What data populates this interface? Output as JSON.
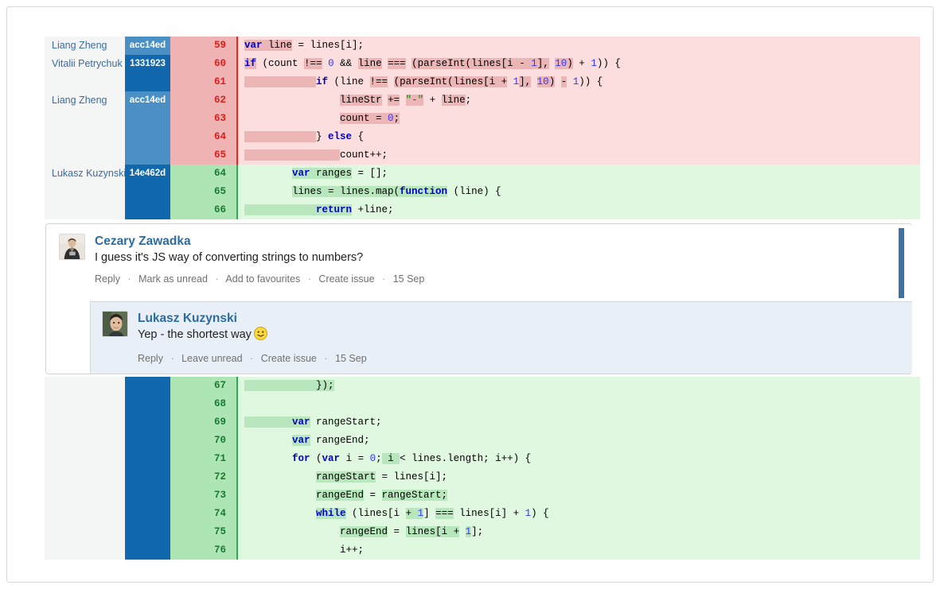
{
  "diff_top": {
    "rows": [
      {
        "author": "Liang Zheng",
        "hash": "acc14ed",
        "hash_style": "light",
        "lineno": "59",
        "type": "del"
      },
      {
        "author": "Vitalii Petrychuk",
        "hash": "1331923",
        "hash_style": "dark",
        "lineno": "60",
        "type": "del"
      },
      {
        "author": "",
        "hash": "",
        "hash_style": "dark",
        "lineno": "61",
        "type": "del"
      },
      {
        "author": "Liang Zheng",
        "hash": "acc14ed",
        "hash_style": "light",
        "lineno": "62",
        "type": "del"
      },
      {
        "author": "",
        "hash": "",
        "hash_style": "light",
        "lineno": "63",
        "type": "del"
      },
      {
        "author": "",
        "hash": "",
        "hash_style": "light",
        "lineno": "64",
        "type": "del"
      },
      {
        "author": "",
        "hash": "",
        "hash_style": "light",
        "lineno": "65",
        "type": "del"
      },
      {
        "author": "Lukasz Kuzynski",
        "hash": "14e462d",
        "hash_style": "dark",
        "lineno": "64",
        "type": "add"
      },
      {
        "author": "",
        "hash": "",
        "hash_style": "dark",
        "lineno": "65",
        "type": "add"
      },
      {
        "author": "",
        "hash": "",
        "hash_style": "dark",
        "lineno": "66",
        "type": "add"
      }
    ],
    "code": [
      "var line = lines[i];",
      "if (count !== 0 && line === (parseInt(lines[i - 1], 10) + 1)) {",
      "    if (line !== (parseInt(lines[i + 1], 10) - 1)) {",
      "        lineStr += \"-\" + line;",
      "        count = 0;",
      "    } else {",
      "        count++;",
      "var ranges = [];",
      "lines = lines.map(function (line) {",
      "    return +line;"
    ]
  },
  "comments": {
    "first": {
      "author": "Cezary Zawadka",
      "text": "I guess it's JS way of converting strings to numbers?",
      "actions": [
        "Reply",
        "Mark as unread",
        "Add to favourites",
        "Create issue"
      ],
      "date": "15 Sep",
      "avatar_name": "avatar-cezary-zawadka",
      "unread": true
    },
    "reply": {
      "author": "Lukasz Kuzynski",
      "text": "Yep - the shortest way",
      "emoji": "🙂",
      "actions": [
        "Reply",
        "Leave unread",
        "Create issue"
      ],
      "date": "15 Sep",
      "avatar_name": "avatar-lukasz-kuzynski"
    }
  },
  "diff_bottom": {
    "rows": [
      {
        "author": "",
        "hash": "",
        "lineno": "67",
        "type": "add"
      },
      {
        "author": "",
        "hash": "",
        "lineno": "68",
        "type": "add"
      },
      {
        "author": "",
        "hash": "",
        "lineno": "69",
        "type": "add"
      },
      {
        "author": "",
        "hash": "",
        "lineno": "70",
        "type": "add"
      },
      {
        "author": "",
        "hash": "",
        "lineno": "71",
        "type": "add"
      },
      {
        "author": "",
        "hash": "",
        "lineno": "72",
        "type": "add"
      },
      {
        "author": "",
        "hash": "",
        "lineno": "73",
        "type": "add"
      },
      {
        "author": "",
        "hash": "",
        "lineno": "74",
        "type": "add"
      },
      {
        "author": "",
        "hash": "",
        "lineno": "75",
        "type": "add"
      },
      {
        "author": "",
        "hash": "",
        "lineno": "76",
        "type": "add"
      }
    ],
    "code": [
      "        });",
      "",
      "        var rangeStart;",
      "        var rangeEnd;",
      "        for (var i = 0; i < lines.length; i++) {",
      "            rangeStart = lines[i];",
      "            rangeEnd = rangeStart;",
      "            while (lines[i + 1] === lines[i] + 1) {",
      "                rangeEnd = lines[i + 1];",
      "                i++;"
    ]
  },
  "colors": {
    "deleted_bg": "#fcdede",
    "deleted_gutter": "#efb3b3",
    "added_bg": "#e0f8e0",
    "added_gutter": "#aee5b4",
    "hash_light": "#4a90c4",
    "hash_dark": "#1168ad",
    "author_link": "#3d6b9e",
    "comment_author": "#2d6ca2",
    "reply_bg": "#e8eff7",
    "unread_bar": "#3b72a4"
  }
}
